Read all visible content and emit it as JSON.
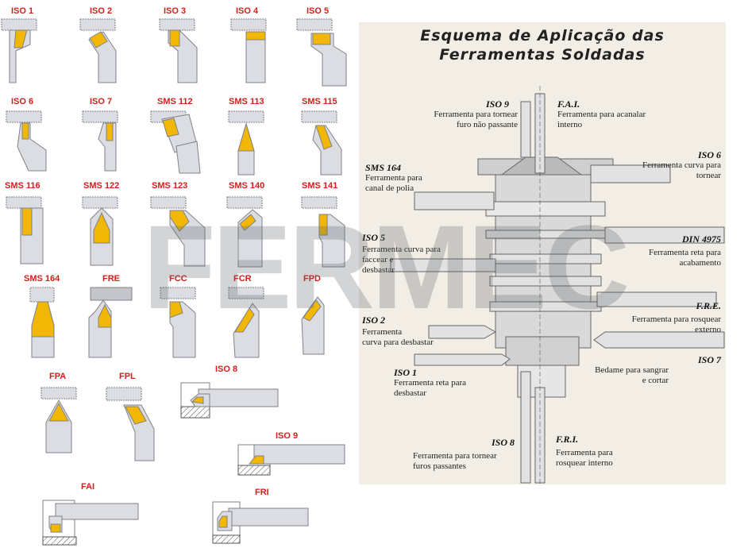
{
  "tool_labels": [
    "ISO 1",
    "ISO 2",
    "ISO 3",
    "ISO 4",
    "ISO 5",
    "ISO 6",
    "ISO 7",
    "SMS 112",
    "SMS 113",
    "SMS 115",
    "SMS 116",
    "SMS 122",
    "SMS 123",
    "SMS 140",
    "SMS 141",
    "SMS 164",
    "FRE",
    "FCC",
    "FCR",
    "FPD",
    "FPA",
    "FPL",
    "ISO 8",
    "ISO 9",
    "FAI",
    "FRI"
  ],
  "panel": {
    "title_line1": "Esquema de Aplicação das",
    "title_line2": "Ferramentas Soldadas",
    "tools": [
      {
        "name": "ISO 9",
        "desc": "Ferramenta para tornear\nfuro não passante"
      },
      {
        "name": "F.A.I.",
        "desc": "Ferramenta para acanalar\ninterno"
      },
      {
        "name": "SMS 164",
        "desc": "Ferramenta para\ncanal de polia"
      },
      {
        "name": "ISO 6",
        "desc": "Ferramenta curva para\ntornear"
      },
      {
        "name": "ISO 5",
        "desc": "Ferramenta curva para\nfaccear e\ndesbastar"
      },
      {
        "name": "DIN 4975",
        "desc": "Ferramenta reta para\nacabamento"
      },
      {
        "name": "ISO 2",
        "desc": "Ferramenta\ncurva para desbastar"
      },
      {
        "name": "F.R.E.",
        "desc": "Ferramenta para rosquear\nexterno"
      },
      {
        "name": "ISO 1",
        "desc": "Ferramenta reta para\ndesbastar"
      },
      {
        "name": "ISO 7",
        "desc": "Bedame para sangrar\ne cortar"
      },
      {
        "name": "ISO 8",
        "desc": "Ferramenta para tornear\nfuros passantes"
      },
      {
        "name": "F.R.I.",
        "desc": "Ferramenta para\nrosquear interno"
      }
    ]
  },
  "watermark": "FERMEC",
  "colors": {
    "label_red": "#d3201b",
    "carbide": "#f2b705",
    "steel": "#dcdde2",
    "steel_edge": "#7f8288"
  }
}
